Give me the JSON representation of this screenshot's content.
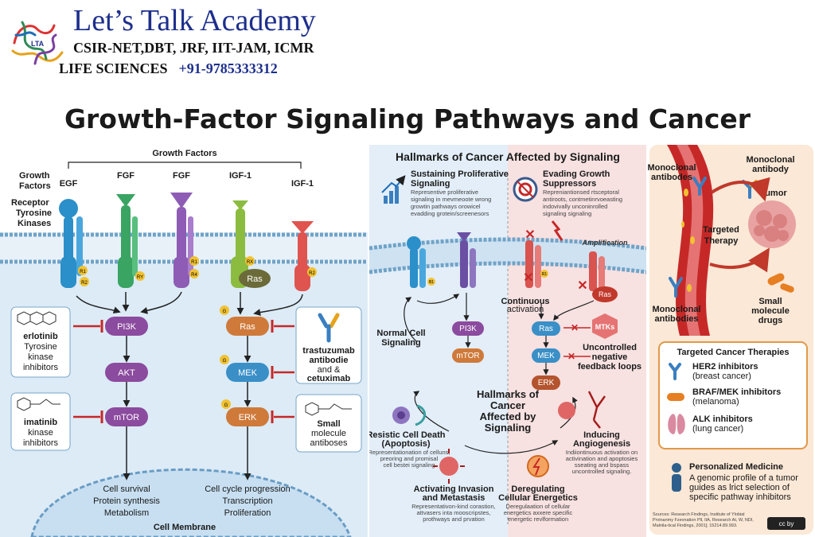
{
  "header": {
    "academy_name": "Let’s Talk Academy",
    "exams": "CSIR-NET,DBT, JRF, IIT-JAM, ICMR",
    "subject": "LIFE SCIENCES",
    "phone": "+91-9785333312",
    "logo_text": "LTA"
  },
  "main_title": "Growth-Factor Signaling Pathways and Cancer",
  "left_panel": {
    "growth_factors_heading": "Growth Factors",
    "side_label_gf_1": "Growth",
    "side_label_gf_2": "Factors",
    "side_label_rtk_1": "Receptor",
    "side_label_rtk_2": "Tyrosine",
    "side_label_rtk_3": "Kinases",
    "ligands": [
      "EGF",
      "FGF",
      "FGF",
      "IGF-1",
      "IGF-1"
    ],
    "receptor_tags": [
      "R1",
      "R2",
      "RY",
      "R1",
      "R4",
      "RX",
      "R2"
    ],
    "ras_membrane": "Ras",
    "pi3k_path": [
      "PI3K",
      "AKT",
      "mTOR"
    ],
    "mapk_path": [
      "Ras",
      "MEK",
      "ERK"
    ],
    "drug_erlotinib": [
      "erlotinib",
      "Tyrosine",
      "kinase",
      "inhibitors"
    ],
    "drug_imatinib": [
      "imatinib",
      "kinase",
      "inhibitors"
    ],
    "drug_trastuzumab": [
      "trastuzumab",
      "antibodie",
      "and &",
      "cetuximab"
    ],
    "drug_small": [
      "Small",
      "molecule",
      "antiboses"
    ],
    "g_tag": "G",
    "outcome_left": [
      "Cell survival",
      "Protein synthesis",
      "Metabolism"
    ],
    "outcome_right": [
      "Cell cycle progression",
      "Transcription",
      "Proliferation"
    ],
    "membrane_label": "Cell Membrane"
  },
  "middle_panel": {
    "title": "Hallmarks of Cancer Affected by Signaling",
    "sustaining_title": [
      "Sustaining Proliferative",
      "Signaling"
    ],
    "sustaining_desc": [
      "Representive proliferative",
      "signaling in mevmeoote wrong",
      "growtin pathways orowicel",
      "evadding grotein/screenesors"
    ],
    "evading_title": [
      "Evading Growth",
      "Suppressors"
    ],
    "evading_desc": [
      "Repreniantionsed rtsceptoral",
      "antiroots, contmetinrvoeasting",
      "indovivally unconinrolled",
      "signaling signaling"
    ],
    "amplification": "Amplification",
    "normal_signaling": [
      "Normal Cell",
      "Signaling"
    ],
    "normal_path": [
      "PI3K",
      "mTOR"
    ],
    "continuous_activation": [
      "Continuous",
      "activation"
    ],
    "onc_path": [
      "Ras",
      "MEK",
      "ERK"
    ],
    "ras_top": "Ras",
    "mtks": "MTKs",
    "uncontrolled": [
      "Uncontrolled",
      "negative",
      "feedback loops"
    ],
    "center_title": [
      "Hallmarks of",
      "Cancer",
      "Affected by",
      "Signaling"
    ],
    "resisting_title": [
      "Resistic Cell Death",
      "(Apoptosis)"
    ],
    "resisting_desc": [
      "Representationation of celluns,",
      "preoring and promisal",
      "cell bestei signaling"
    ],
    "angiogenesis_title": [
      "Inducing",
      "Angiogenesis"
    ],
    "angiogenesis_desc": [
      "Indiiontinuous activation on",
      "activination and apoptosies",
      "sseating and bspass",
      "uncontrolled signaling."
    ],
    "invasion_title": [
      "Activating Invasion",
      "and Metastasis"
    ],
    "invasion_desc": [
      "Representativon-kind corastion,",
      "attvasers inta mooscripstes,",
      "prothways and prvation"
    ],
    "energetics_title": [
      "Deregulating",
      "Cellular Energetics"
    ],
    "energetics_desc": [
      "Deregulaation of cellular",
      "energetics axxere specific",
      "energetic revlformation"
    ],
    "tag_b1": "B1",
    "tag_r1": "R1"
  },
  "right_panel": {
    "mab_top_left": [
      "Monoclonal",
      "antibodes"
    ],
    "mab_top_right": [
      "Monoclonal",
      "antibody"
    ],
    "tumor": "Tumor",
    "targeted_therapy": [
      "Targeted",
      "Therapy"
    ],
    "mab_bottom": [
      "Monoclonal",
      "antibodies"
    ],
    "small_molecule": [
      "Small",
      "molecule",
      "drugs"
    ],
    "box_title": "Targeted Cancer Therapies",
    "therapies": [
      {
        "name": "HER2 inhibitors",
        "note": "(breast cancer)"
      },
      {
        "name": "BRAF/MEK inhibitors",
        "note": "(melanoma)"
      },
      {
        "name": "ALK inhibitors",
        "note": "(lung cancer)"
      }
    ],
    "personalized_title": "Personalized Medicine",
    "personalized_desc": [
      "A genomic profile of a tumor",
      "guides as lrict selection of",
      "specific pathway inhibitors"
    ],
    "sources": [
      "Sources: Research Findings, Institute of Ylobial",
      "Prvinanmy Fzevnation Pll, IIA, Research At, W, NDI,",
      "Malnila-tical Findings, 2001]; 15214.89.993."
    ],
    "license": "cc by"
  },
  "colors": {
    "title_blue": "#1d2f8c",
    "membrane_blue": "#b7d4ea",
    "pathway_purple": "#8b4b9e",
    "pathway_orange": "#cf7a3a",
    "inhibitor_red": "#c62828"
  }
}
